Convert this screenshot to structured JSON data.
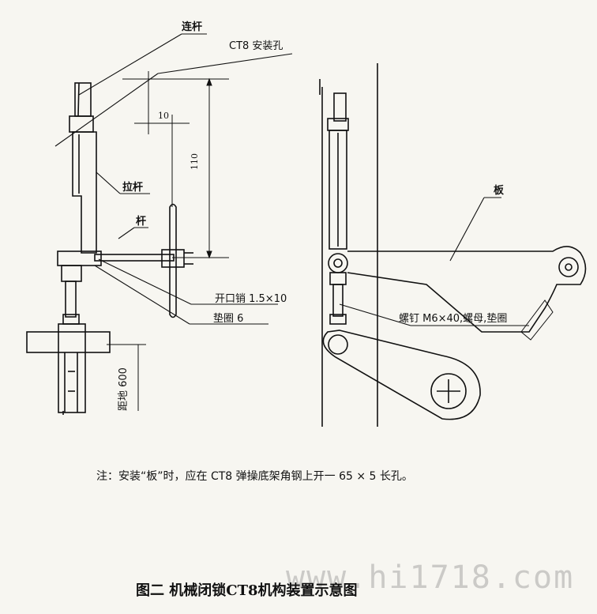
{
  "labels": {
    "lian_gan": "连杆",
    "ct8_hole": "CT8  安装孔",
    "dim_10": "10",
    "dim_110": "110",
    "la_gan": "拉杆",
    "gan": "杆",
    "kaikou_xiao": "开口销  1.5×10",
    "dian_quan": "垫圈  6",
    "ju_di": "距地 600",
    "ban": "板",
    "luo_ding": "螺钉  M6×40,螺母,垫圈"
  },
  "note": "注：安装“板”时，应在 CT8 弹操底架角钢上开一 65 × 5 长孔。",
  "caption": "图二    机械闭锁CT8机构装置示意图",
  "watermark": "www.hi1718.com"
}
